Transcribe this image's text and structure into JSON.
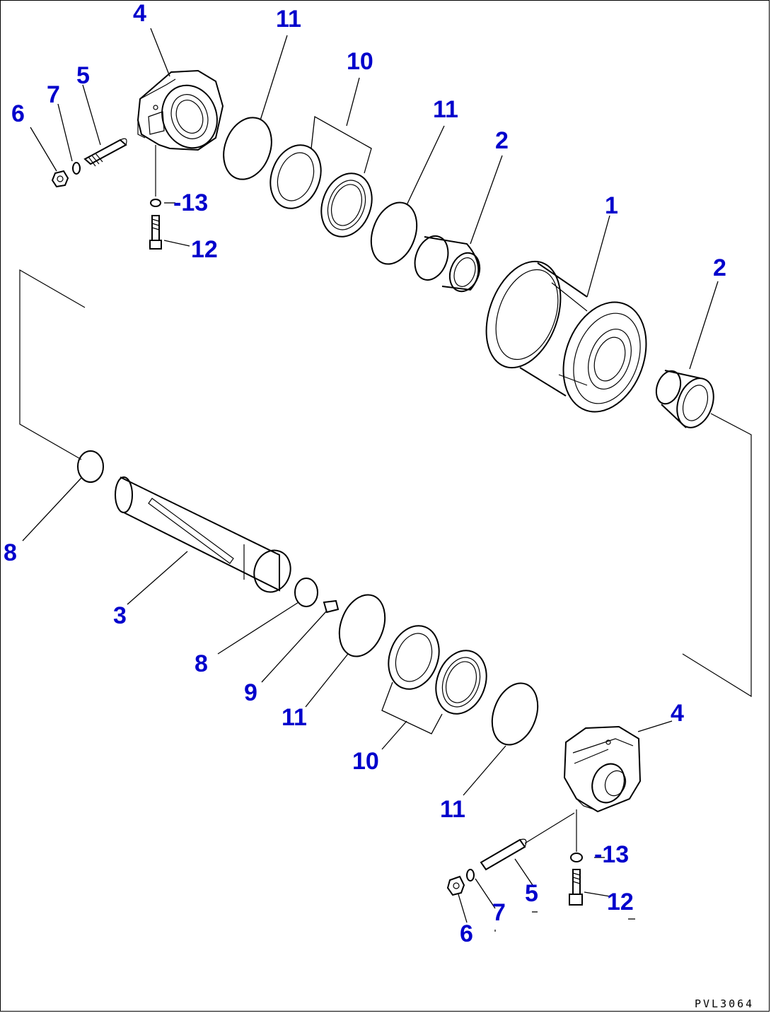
{
  "colors": {
    "callout": "#0000cc",
    "line": "#000000",
    "background": "#ffffff"
  },
  "callouts": [
    {
      "id": "c4a",
      "text": "4"
    },
    {
      "id": "c11a",
      "text": "11"
    },
    {
      "id": "c10a",
      "text": "10"
    },
    {
      "id": "c5a",
      "text": "5"
    },
    {
      "id": "c7a",
      "text": "7"
    },
    {
      "id": "c6a",
      "text": "6"
    },
    {
      "id": "c11b",
      "text": "11"
    },
    {
      "id": "c2a",
      "text": "2"
    },
    {
      "id": "c13a",
      "text": "-13"
    },
    {
      "id": "c12a",
      "text": "12"
    },
    {
      "id": "c1",
      "text": "1"
    },
    {
      "id": "c2b",
      "text": "2"
    },
    {
      "id": "c8a",
      "text": "8"
    },
    {
      "id": "c3",
      "text": "3"
    },
    {
      "id": "c8b",
      "text": "8"
    },
    {
      "id": "c9",
      "text": "9"
    },
    {
      "id": "c11c",
      "text": "11"
    },
    {
      "id": "c10b",
      "text": "10"
    },
    {
      "id": "c4b",
      "text": "4"
    },
    {
      "id": "c11d",
      "text": "11"
    },
    {
      "id": "c13b",
      "text": "-13"
    },
    {
      "id": "c5b",
      "text": "5"
    },
    {
      "id": "c12b",
      "text": "12"
    },
    {
      "id": "c7b",
      "text": "7"
    },
    {
      "id": "c6b",
      "text": "6"
    }
  ],
  "drawing_code": "PVL3064"
}
